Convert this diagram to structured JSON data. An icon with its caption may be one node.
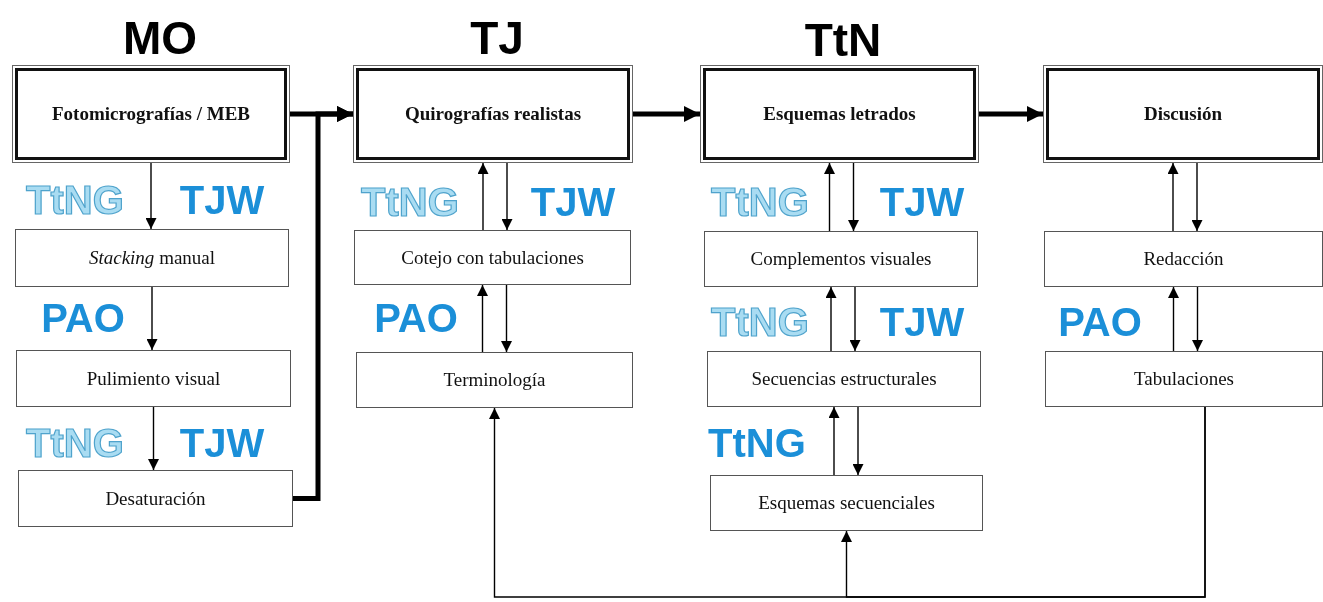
{
  "diagram": {
    "nodes": [
      {
        "text": [
          "Fotomicrografías / MEB"
        ]
      },
      {
        "text": [
          "*Stacking* manual"
        ]
      },
      {
        "text": [
          "Pulimiento visual"
        ]
      },
      {
        "text": [
          "Desaturación"
        ]
      },
      {
        "text": [
          "Quirografías realistas"
        ]
      },
      {
        "text": [
          "Cotejo con tabulaciones"
        ]
      },
      {
        "text": [
          "Terminología"
        ]
      },
      {
        "text": [
          "Esquemas letrados"
        ]
      },
      {
        "text": [
          "Complementos visuales"
        ]
      },
      {
        "text": [
          "Secuencias estructurales"
        ]
      },
      {
        "text": [
          "Esquemas secuenciales"
        ]
      },
      {
        "text": [
          "Discusión"
        ]
      },
      {
        "text": [
          "Redacción"
        ]
      },
      {
        "text": [
          "Tabulaciones"
        ]
      }
    ],
    "edges": [
      {
        "from": 0,
        "to": 1,
        "arrow": "to"
      },
      {
        "from": 1,
        "to": 2,
        "arrow": "to"
      },
      {
        "from": 2,
        "to": 3,
        "arrow": "to"
      },
      {
        "from": 0,
        "to": 4,
        "arrow": "to",
        "style": "thick"
      },
      {
        "from": 3,
        "to": 4,
        "arrow": "to",
        "style": "thick"
      },
      {
        "from": 5,
        "to": 4,
        "arrow": "to"
      },
      {
        "from": 4,
        "to": 5,
        "arrow": "to"
      },
      {
        "from": 6,
        "to": 5,
        "arrow": "to"
      },
      {
        "from": 5,
        "to": 6,
        "arrow": "to"
      },
      {
        "from": 4,
        "to": 7,
        "arrow": "to",
        "style": "thick"
      },
      {
        "from": 8,
        "to": 7,
        "arrow": "to"
      },
      {
        "from": 7,
        "to": 8,
        "arrow": "to"
      },
      {
        "from": 9,
        "to": 8,
        "arrow": "to"
      },
      {
        "from": 8,
        "to": 9,
        "arrow": "to"
      },
      {
        "from": 10,
        "to": 9,
        "arrow": "to"
      },
      {
        "from": 9,
        "to": 10,
        "arrow": "to"
      },
      {
        "from": 7,
        "to": 11,
        "arrow": "to",
        "style": "thick"
      },
      {
        "from": 12,
        "to": 11,
        "arrow": "to"
      },
      {
        "from": 11,
        "to": 12,
        "arrow": "to"
      },
      {
        "from": 13,
        "to": 12,
        "arrow": "to"
      },
      {
        "from": 12,
        "to": 13,
        "arrow": "to"
      },
      {
        "from": 13,
        "to": 6,
        "arrow": "to"
      },
      {
        "from": 13,
        "to": 10,
        "arrow": "to"
      }
    ],
    "labels": [
      "MO",
      "TJ",
      "TtN",
      "TtNG",
      "TJW",
      "TtNG",
      "TJW",
      "TtNG",
      "TJW",
      "PAO",
      "PAO",
      "TtNG",
      "TJW",
      "PAO",
      "TtNG",
      "TJW",
      "TtNG"
    ]
  }
}
